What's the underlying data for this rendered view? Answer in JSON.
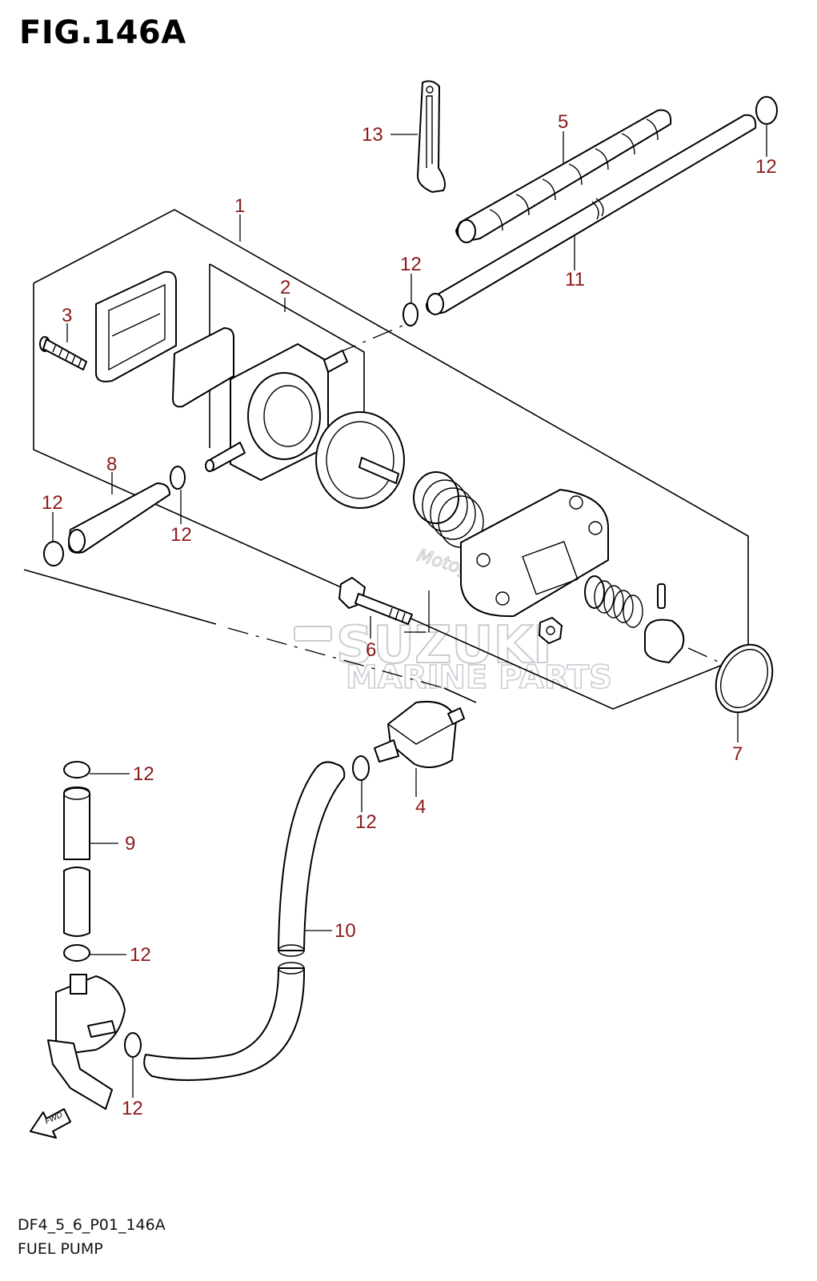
{
  "figure": {
    "title": "FIG.146A",
    "code": "DF4_5_6_P01_146A",
    "name": "FUEL PUMP"
  },
  "callouts": {
    "c1": "1",
    "c2": "2",
    "c3": "3",
    "c4": "4",
    "c5": "5",
    "c6": "6",
    "c7": "7",
    "c8": "8",
    "c9": "9",
    "c10": "10",
    "c11": "11",
    "c12": "12",
    "c13": "13"
  },
  "watermarks": {
    "brand": "SUZUKI",
    "subtitle": "MARINE PARTS",
    "site": "Motogroup.net"
  },
  "fwd_label": "FWD",
  "colors": {
    "callout": "#8b1a1a",
    "lines": "#000000",
    "watermark": "#c9ccd2"
  }
}
